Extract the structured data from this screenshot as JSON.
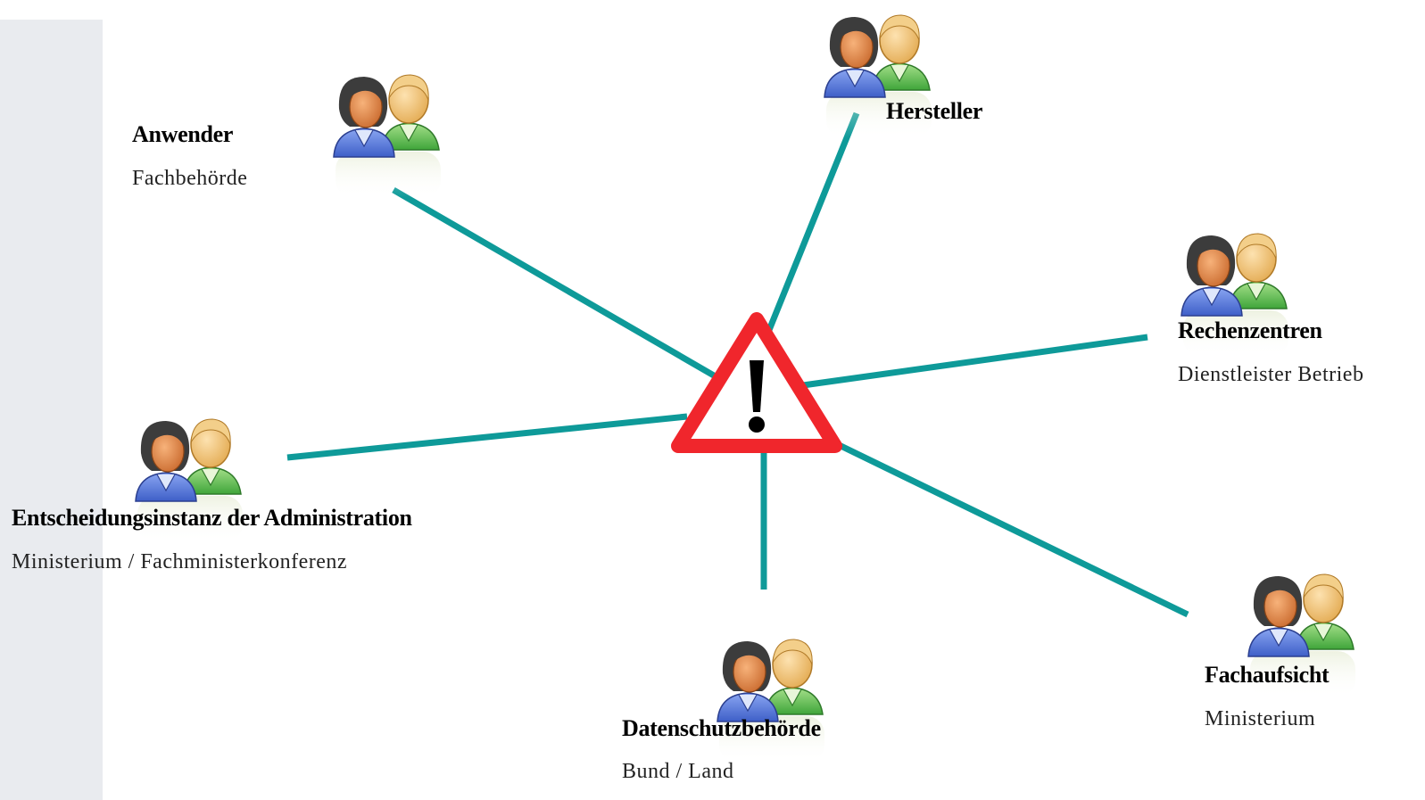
{
  "colors": {
    "connector": "#0e9a99",
    "warning_red": "#f0262c",
    "side_panel": "#e9ebef"
  },
  "center": {
    "icon": "warning-triangle-icon"
  },
  "stakeholders": [
    {
      "id": "anwender",
      "title": "Anwender",
      "subtitle": "Fachbehörde",
      "icon": "people-group-icon"
    },
    {
      "id": "hersteller",
      "title": "Hersteller",
      "subtitle": "",
      "icon": "people-group-icon"
    },
    {
      "id": "rechenzentren",
      "title": "Rechenzentren",
      "subtitle": "Dienstleister  Betrieb",
      "icon": "people-group-icon"
    },
    {
      "id": "entscheidung",
      "title": "Entscheidungsinstanz der Administration",
      "subtitle": "Ministerium  /  Fachministerkonferenz",
      "icon": "people-group-icon"
    },
    {
      "id": "datenschutz",
      "title": "Datenschutzbehörde",
      "subtitle": "Bund  /  Land",
      "icon": "people-group-icon"
    },
    {
      "id": "fachaufsicht",
      "title": "Fachaufsicht",
      "subtitle": "Ministerium",
      "icon": "people-group-icon"
    }
  ]
}
